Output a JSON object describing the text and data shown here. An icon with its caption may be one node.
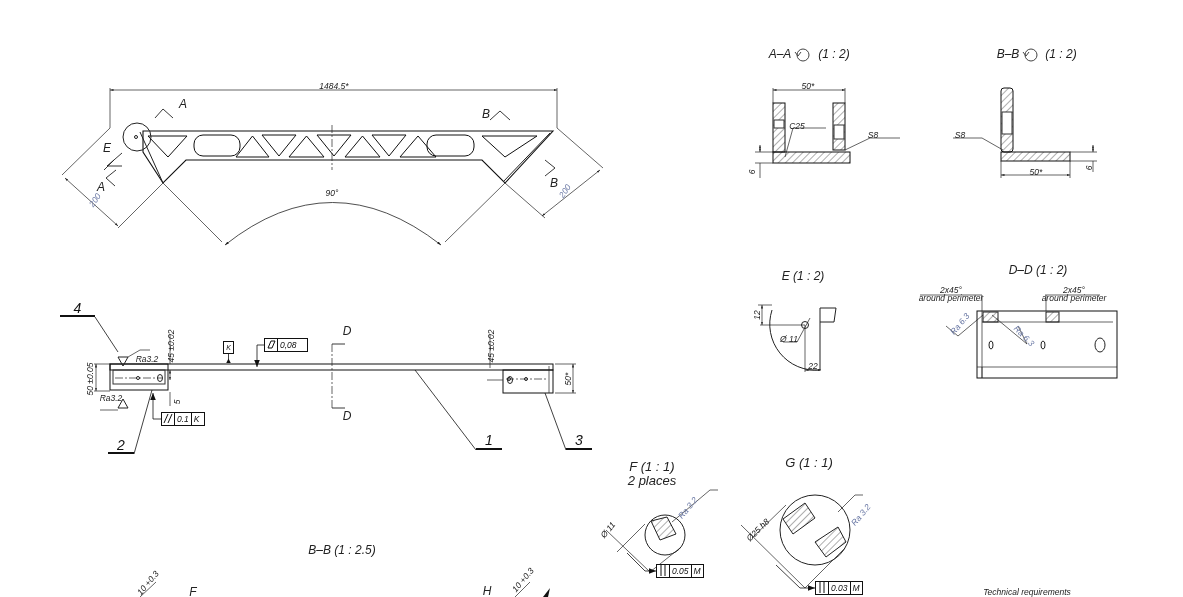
{
  "diagram": {
    "nodes": [
      {
        "text": [
          "4"
        ]
      },
      {
        "text": [
          "2"
        ]
      },
      {
        "text": [
          "1"
        ]
      },
      {
        "text": [
          "3"
        ]
      },
      {
        "text": [
          "K"
        ]
      },
      {
        "text": [
          "0,08"
        ]
      },
      {
        "text": [
          "0.1",
          "K"
        ]
      },
      {
        "text": [
          "0.05",
          "M"
        ]
      },
      {
        "text": [
          "0.03",
          "M"
        ]
      }
    ],
    "edges": [
      {
        "from": 0,
        "to": null,
        "arrow": "none"
      },
      {
        "from": 1,
        "to": null,
        "arrow": "none"
      },
      {
        "from": 2,
        "to": null,
        "arrow": "none"
      },
      {
        "from": 3,
        "to": null,
        "arrow": "none"
      },
      {
        "from": 4,
        "to": null,
        "arrow": "other"
      },
      {
        "from": 5,
        "to": null,
        "arrow": "to"
      },
      {
        "from": 6,
        "to": null,
        "arrow": "to"
      },
      {
        "from": null,
        "to": 7,
        "arrow": "to"
      },
      {
        "from": null,
        "to": 8,
        "arrow": "to"
      }
    ],
    "labels": [
      "1484.5*",
      "A",
      "B",
      "E",
      "A",
      "B",
      "200",
      "200",
      "90°",
      "Ra3.2",
      "50 ±0.05",
      "Ra3.2",
      "45 ±0.02",
      "D",
      "45 ±0.02",
      "5",
      "D",
      "50*",
      "A–A",
      "(1 : 2)",
      "50*",
      "C25",
      "S8",
      "6",
      "B–B",
      "(1 : 2)",
      "S8",
      "50*",
      "6",
      "E (1 : 2)",
      "12",
      "Ø 11",
      "22",
      "D–D (1 : 2)",
      "2x45°",
      "around perimeter",
      "2x45°",
      "around perimeter",
      "Ra 6.3",
      "Ra 6.3",
      "F (1 : 1)",
      "2 places",
      "Ø 11",
      "Ra 3.2",
      "G (1 : 1)",
      "Ø25 h8",
      "Ra 3.2",
      "B–B (1 : 2.5)",
      "10 +0.3",
      "F",
      "10 +0.3",
      "H",
      "Technical requirements"
    ]
  }
}
